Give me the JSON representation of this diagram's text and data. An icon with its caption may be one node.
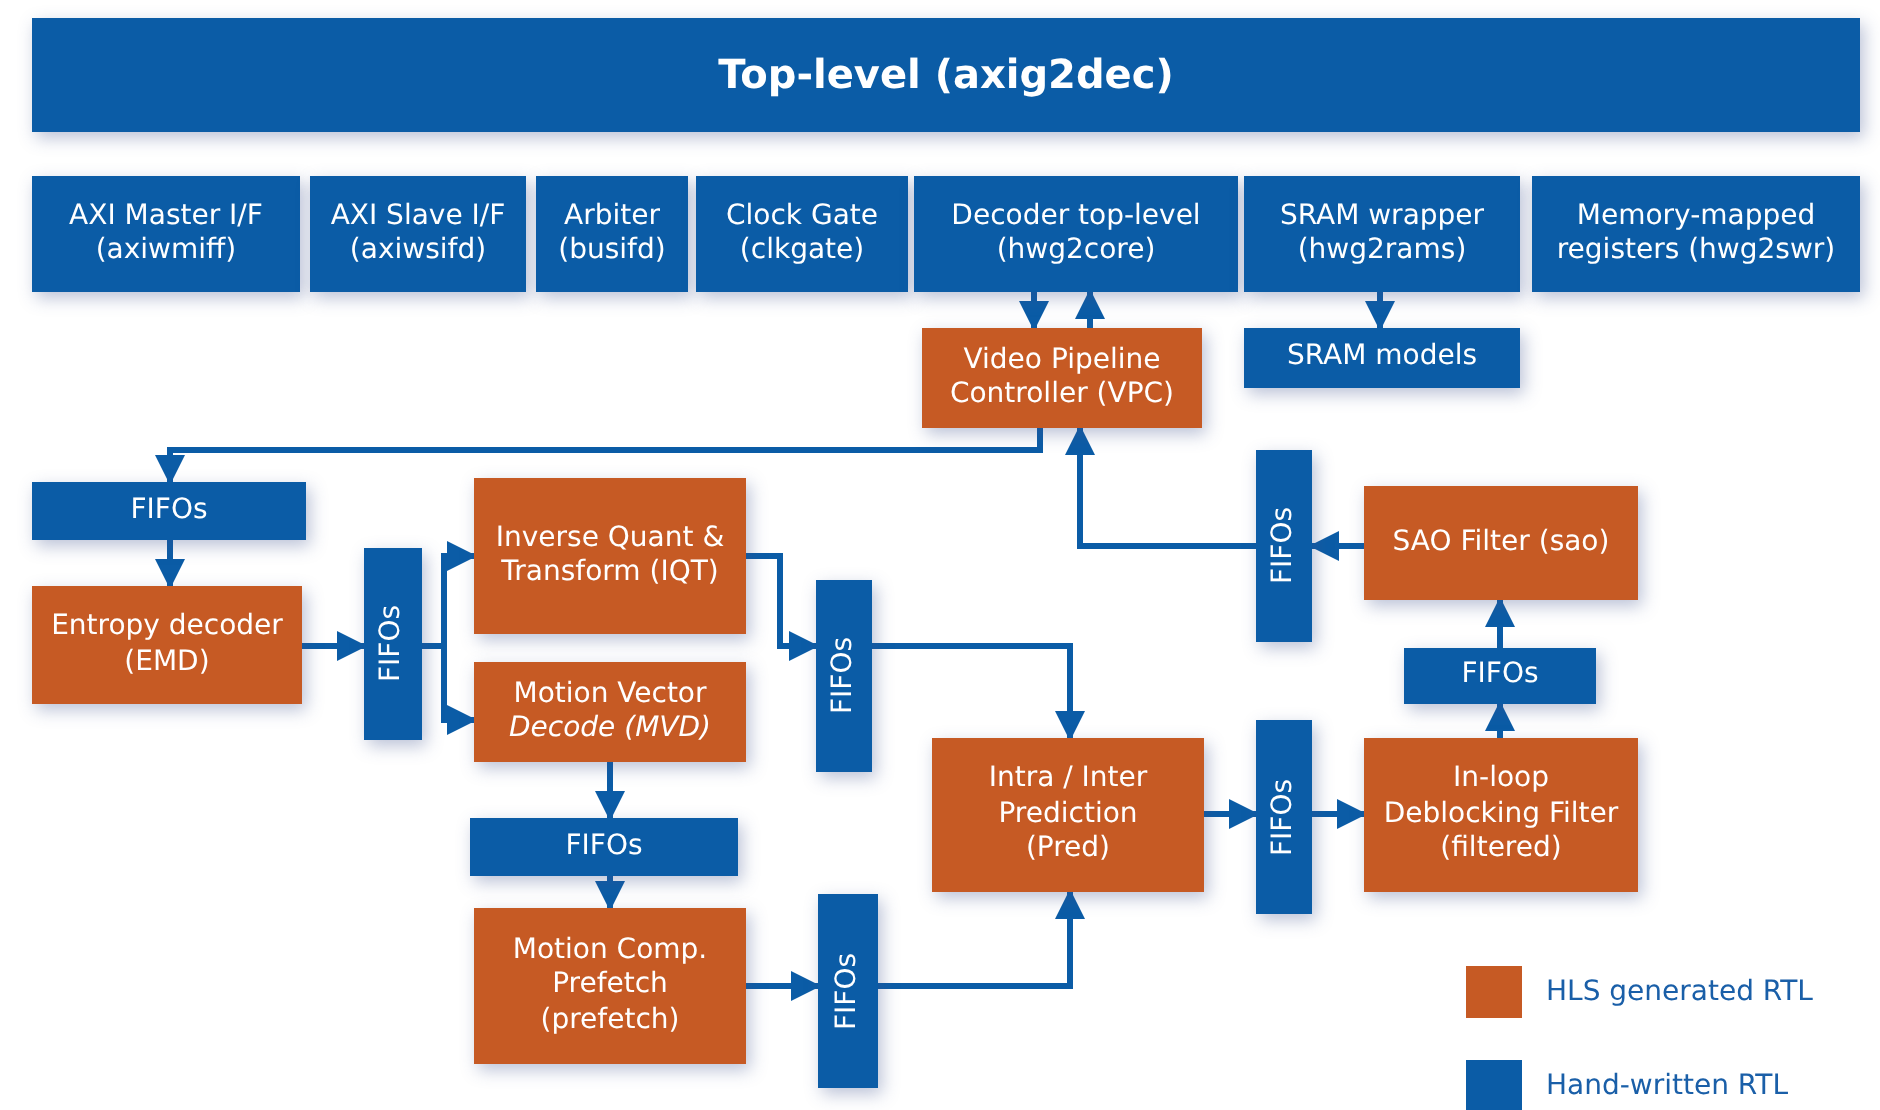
{
  "diagram": {
    "nodes": [
      {
        "text": [
          "Top-level (axig2dec)"
        ]
      },
      {
        "text": [
          "AXI Master I/F (axiwmiff)"
        ]
      },
      {
        "text": [
          "AXI Slave I/F (axiwsifd)"
        ]
      },
      {
        "text": [
          "Arbiter (busifd)"
        ]
      },
      {
        "text": [
          "Clock Gate (clkgate)"
        ]
      },
      {
        "text": [
          "Decoder top-level (hwg2core)"
        ]
      },
      {
        "text": [
          "SRAM wrapper (hwg2rams)"
        ]
      },
      {
        "text": [
          "Memory-mapped registers (hwg2swr)"
        ]
      },
      {
        "text": [
          "Video Pipeline Controller (VPC)"
        ]
      },
      {
        "text": [
          "SRAM models"
        ]
      },
      {
        "text": [
          "FIFOs"
        ]
      },
      {
        "text": [
          "Entropy decoder (EMD)"
        ]
      },
      {
        "text": [
          "FIFOs"
        ]
      },
      {
        "text": [
          "Inverse Quant & Transform (IQT)"
        ]
      },
      {
        "text": [
          "Motion Vector *Decode (MVD)*"
        ]
      },
      {
        "text": [
          "FIFOs"
        ]
      },
      {
        "text": [
          "Motion Comp. Prefetch (prefetch)"
        ]
      },
      {
        "text": [
          "FIFOs"
        ]
      },
      {
        "text": [
          "FIFOs"
        ]
      },
      {
        "text": [
          "Intra / Inter Prediction (Pred)"
        ]
      },
      {
        "text": [
          "FIFOs"
        ]
      },
      {
        "text": [
          "In-loop Deblocking Filter (filtered)"
        ]
      },
      {
        "text": [
          "FIFOs"
        ]
      },
      {
        "text": [
          "SAO Filter (sao)"
        ]
      },
      {
        "text": [
          "FIFOs"
        ]
      }
    ],
    "edges": [
      {
        "from": 5,
        "to": 8,
        "arrow": "to"
      },
      {
        "from": 8,
        "to": 5,
        "arrow": "to"
      },
      {
        "from": 6,
        "to": 9,
        "arrow": "to"
      },
      {
        "from": 8,
        "to": 10,
        "arrow": "to"
      },
      {
        "from": 10,
        "to": 11,
        "arrow": "to"
      },
      {
        "from": 11,
        "to": 12,
        "arrow": "to"
      },
      {
        "from": 12,
        "to": 13,
        "arrow": "to"
      },
      {
        "from": 12,
        "to": 14,
        "arrow": "to"
      },
      {
        "from": 13,
        "to": 17,
        "arrow": "to"
      },
      {
        "from": 17,
        "to": 19,
        "arrow": "to"
      },
      {
        "from": 14,
        "to": 15,
        "arrow": "to"
      },
      {
        "from": 15,
        "to": 16,
        "arrow": "to"
      },
      {
        "from": 16,
        "to": 18,
        "arrow": "to"
      },
      {
        "from": 18,
        "to": 19,
        "arrow": "to"
      },
      {
        "from": 19,
        "to": 20,
        "arrow": "to"
      },
      {
        "from": 20,
        "to": 21,
        "arrow": "to"
      },
      {
        "from": 21,
        "to": 22,
        "arrow": "to"
      },
      {
        "from": 22,
        "to": 23,
        "arrow": "to"
      },
      {
        "from": 23,
        "to": 24,
        "arrow": "to"
      },
      {
        "from": 24,
        "to": 8,
        "arrow": "to"
      }
    ],
    "legend": [
      {
        "text": "HLS generated RTL",
        "color": "#c65a24"
      },
      {
        "text": "Hand-written RTL",
        "color": "#0b5ca6"
      }
    ]
  }
}
